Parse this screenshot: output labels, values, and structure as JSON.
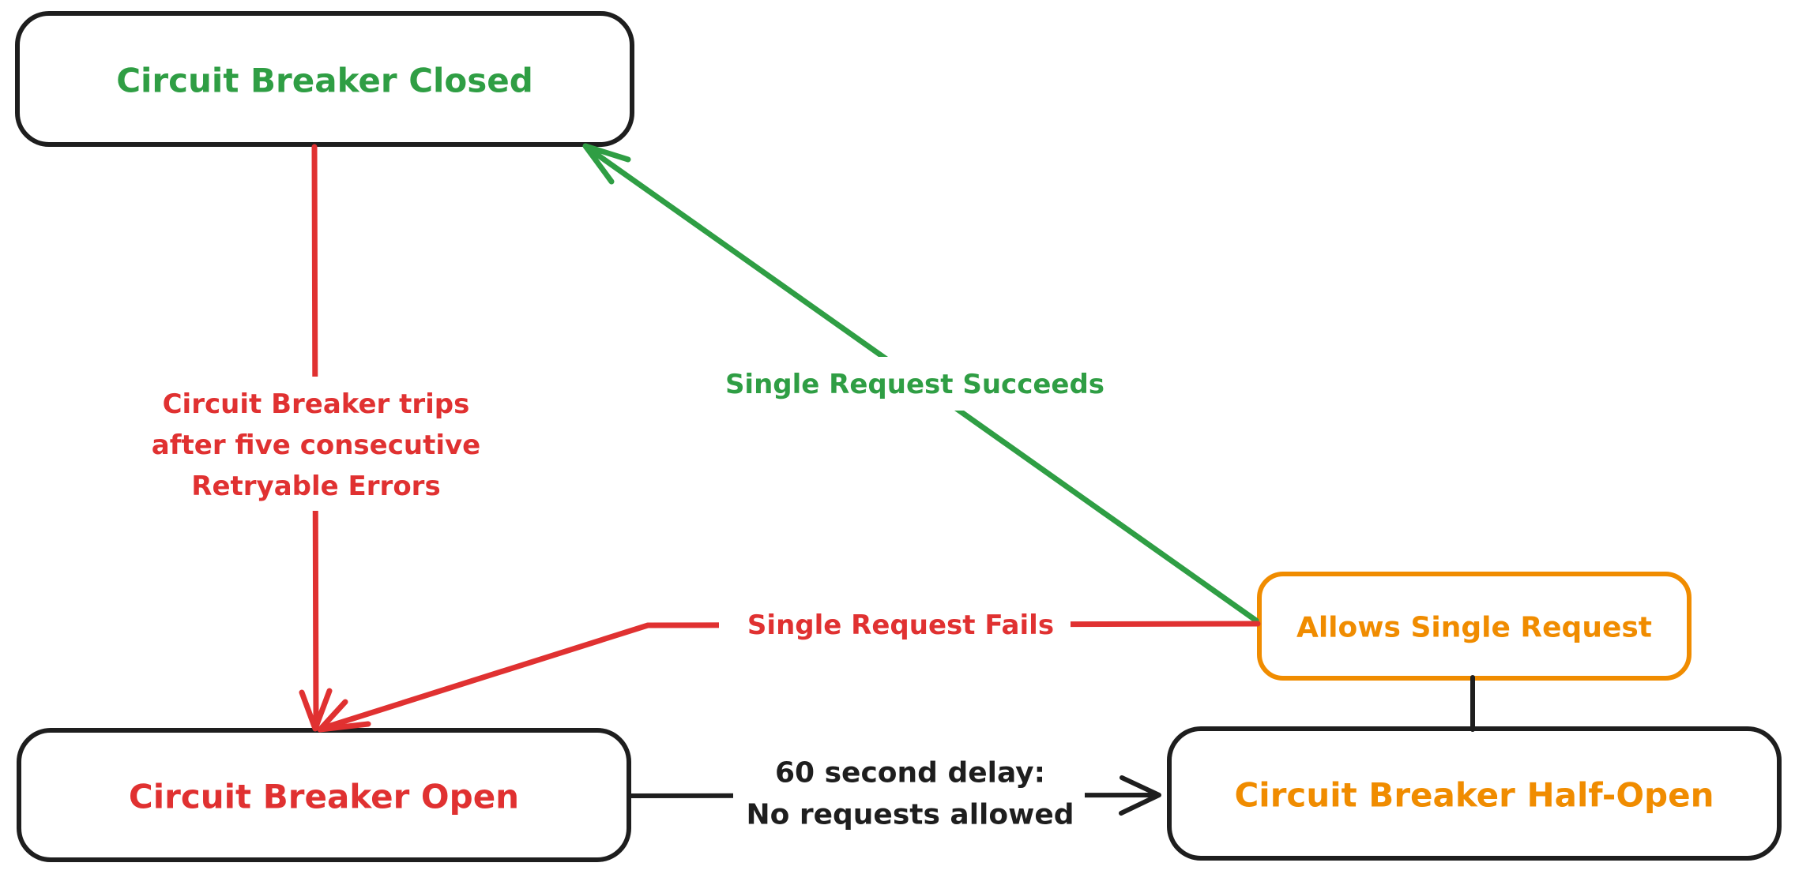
{
  "colors": {
    "green": "#2f9e44",
    "red": "#e03131",
    "orange": "#f08c00",
    "black": "#1e1e1e",
    "background": "#ffffff",
    "node_fill": "#ffffff"
  },
  "nodes": {
    "closed": {
      "label": "Circuit Breaker Closed",
      "text_color": "#2f9e44",
      "border_color": "#1e1e1e"
    },
    "open": {
      "label": "Circuit Breaker Open",
      "text_color": "#e03131",
      "border_color": "#1e1e1e"
    },
    "half_open": {
      "label": "Circuit Breaker Half-Open",
      "text_color": "#f08c00",
      "border_color": "#1e1e1e"
    },
    "allows": {
      "label": "Allows Single Request",
      "text_color": "#f08c00",
      "border_color": "#f08c00"
    }
  },
  "edges": {
    "trips": {
      "from": "closed",
      "to": "open",
      "color": "#e03131",
      "label_lines": [
        "Circuit Breaker trips",
        "after five consecutive",
        "Retryable Errors"
      ]
    },
    "succeeds": {
      "from": "allows",
      "to": "closed",
      "color": "#2f9e44",
      "label": "Single Request Succeeds"
    },
    "fails": {
      "from": "allows",
      "to": "open",
      "color": "#e03131",
      "label": "Single Request Fails"
    },
    "delay": {
      "from": "open",
      "to": "half_open",
      "color": "#1e1e1e",
      "label_lines": [
        "60 second delay:",
        "No requests allowed"
      ]
    },
    "probe": {
      "from": "half_open",
      "to": "allows",
      "color": "#1e1e1e"
    }
  }
}
